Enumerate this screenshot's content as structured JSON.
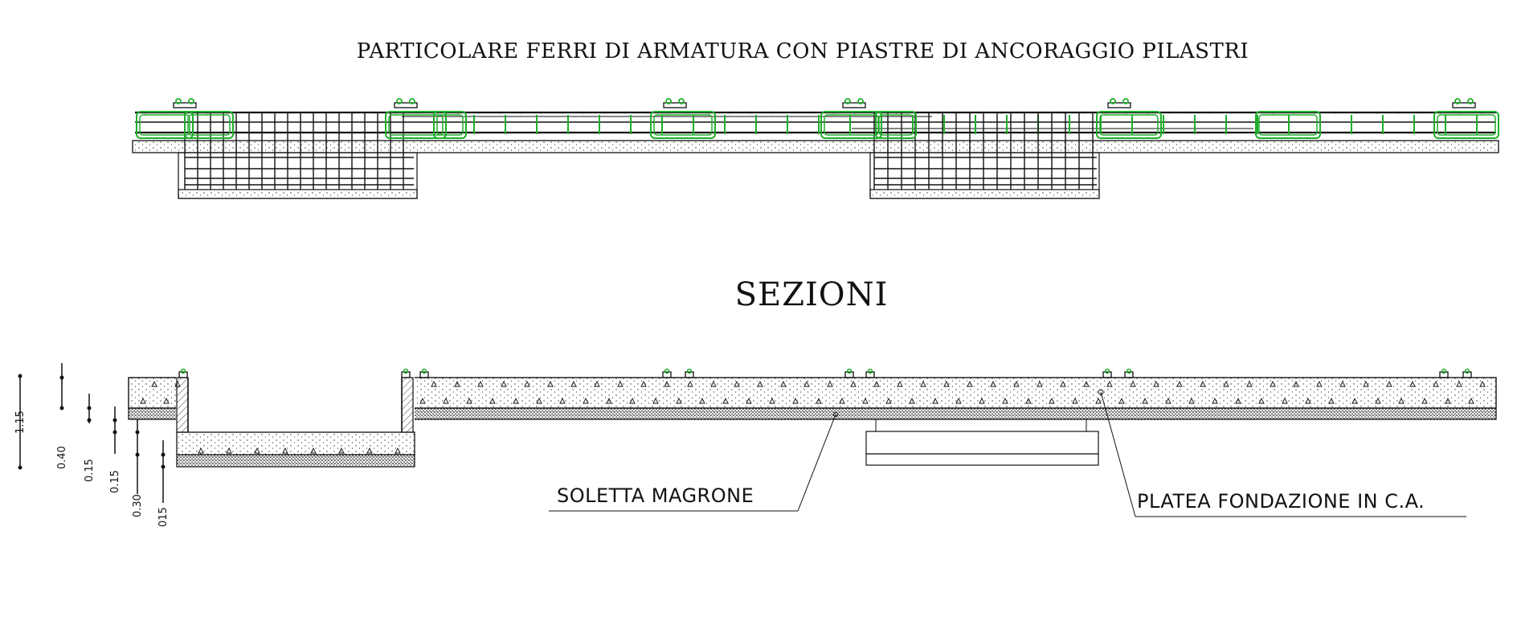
{
  "header": {
    "title": "PARTICOLARE  FERRI  DI  ARMATURA CON PIASTRE DI ANCORAGGIO PILASTRI"
  },
  "section": {
    "title": "SEZIONI"
  },
  "callouts": {
    "lean_slab": "SOLETTA MAGRONE",
    "raft": "PLATEA FONDAZIONE IN C.A."
  },
  "dimensions": [
    "1.15",
    "0.40",
    "0.15",
    "0.15",
    "0.30",
    "015"
  ],
  "colors": {
    "rebar": "#1fae2b",
    "line": "#111111"
  }
}
